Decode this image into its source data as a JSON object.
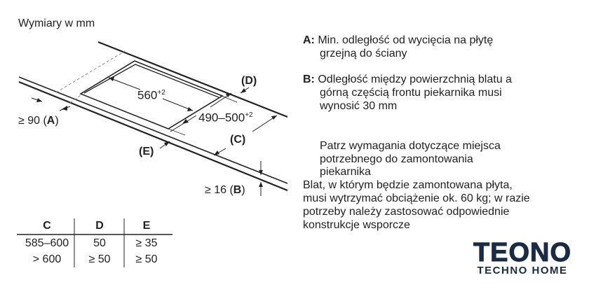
{
  "title": "Wymiary w mm",
  "diagram": {
    "width_label": "560",
    "width_tol": "+2",
    "depth_label": "490–500",
    "depth_tol": "+2",
    "label_a": "≥ 90 (",
    "label_a_letter": "A",
    "label_b": "≥ 16 (",
    "label_b_letter": "B",
    "label_c": "(C)",
    "label_d": "(D)",
    "label_e": "(E)",
    "close_paren": ")"
  },
  "notes": {
    "a_key": "A:",
    "a_line1": "Min. odległość od wycięcia na płytę",
    "a_line2": "grzejną do ściany",
    "b_key": "B:",
    "b_line1": "Odległość między powierzchnią blatu a",
    "b_line2": "górną częścią frontu piekarnika musi",
    "b_line3": "wynosić 30 mm",
    "p_line1": "Patrz wymagania dotyczące miejsca",
    "p_line2": "potrzebnego do zamontowania",
    "p_line3": "piekarnika",
    "w_line1": "Blat, w którym będzie zamontowana płyta,",
    "w_line2": "musi wytrzymać obciążenie ok. 60 kg; w razie",
    "w_line3": "potrzeby należy zastosować odpowiednie",
    "w_line4": "konstrukcje wsporcze"
  },
  "table": {
    "headers": [
      "C",
      "D",
      "E"
    ],
    "rows": [
      [
        "585–600",
        "50",
        "≥ 35"
      ],
      [
        "> 600",
        "≥ 50",
        "≥ 50"
      ]
    ]
  },
  "logo": {
    "brand": "TEONO",
    "tagline": "TECHNO HOME"
  }
}
